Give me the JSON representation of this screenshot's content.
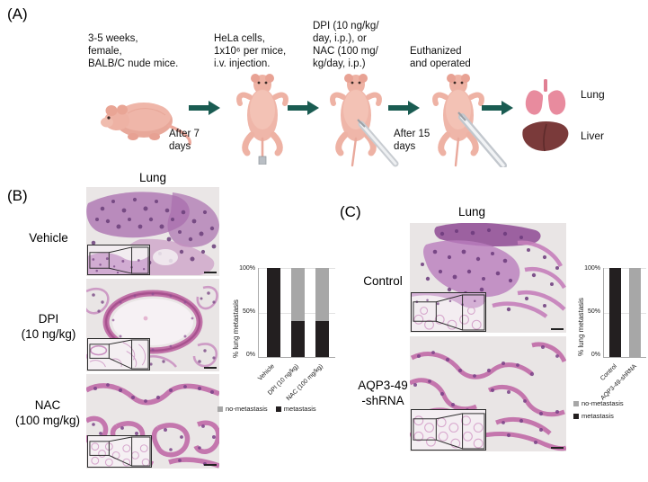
{
  "panels": {
    "a": {
      "letter": "(A)",
      "steps": [
        {
          "id": "animals",
          "caption": "3-5 weeks,\nfemale,\nBALB/C nude mice."
        },
        {
          "id": "cells",
          "caption": "HeLa cells,\n1x10⁶ per mice,\ni.v. injection."
        },
        {
          "id": "drug",
          "caption": "DPI (10 ng/kg/\nday, i.p.), or\nNAC (100 mg/\nkg/day, i.p.)"
        },
        {
          "id": "endpoint",
          "caption": "Euthanized\nand operated"
        }
      ],
      "timepoints": [
        {
          "id": "t1",
          "text": "After 7\ndays"
        },
        {
          "id": "t2",
          "text": "After 15\ndays"
        }
      ],
      "organs": [
        {
          "id": "lung",
          "label": "Lung",
          "color": "#e88b9e"
        },
        {
          "id": "liver",
          "label": "Liver",
          "color": "#7a3a3a"
        }
      ],
      "arrow_color": "#1a5c52"
    },
    "b": {
      "letter": "(B)",
      "column_header": "Lung",
      "rows": [
        {
          "id": "vehicle",
          "label": "Vehicle"
        },
        {
          "id": "dpi",
          "label": "DPI\n(10 ng/kg)"
        },
        {
          "id": "nac",
          "label": "NAC\n(100 mg/kg)"
        }
      ]
    },
    "c": {
      "letter": "(C)",
      "column_header": "Lung",
      "rows": [
        {
          "id": "control",
          "label": "Control"
        },
        {
          "id": "shrna",
          "label": "AQP3-49\n-shRNA"
        }
      ]
    }
  },
  "chart_data": [
    {
      "id": "chart-b",
      "type": "bar",
      "stacked": true,
      "title": "",
      "xlabel": "",
      "ylabel": "% lung metastasis",
      "ylim": [
        0,
        100
      ],
      "yticks": [
        0,
        50,
        100
      ],
      "ytick_labels": [
        "0%",
        "50%",
        "100%"
      ],
      "grid": true,
      "legend_position": "bottom",
      "categories": [
        "Vehicle",
        "DPI (10 ng/kg)",
        "NAC (100 mg/kg)"
      ],
      "series": [
        {
          "name": "metastasis",
          "color": "#231f20",
          "values": [
            100,
            40,
            40
          ]
        },
        {
          "name": "no-metastasis",
          "color": "#a7a7a7",
          "values": [
            0,
            60,
            60
          ]
        }
      ]
    },
    {
      "id": "chart-c",
      "type": "bar",
      "stacked": true,
      "title": "",
      "xlabel": "",
      "ylabel": "% lung metastasis",
      "ylim": [
        0,
        100
      ],
      "yticks": [
        0,
        50,
        100
      ],
      "ytick_labels": [
        "0%",
        "50%",
        "100%"
      ],
      "grid": true,
      "legend_position": "bottom",
      "categories": [
        "Control",
        "AQP3-49-shRNA"
      ],
      "series": [
        {
          "name": "metastasis",
          "color": "#231f20",
          "values": [
            100,
            0
          ]
        },
        {
          "name": "no-metastasis",
          "color": "#a7a7a7",
          "values": [
            0,
            100
          ]
        }
      ]
    }
  ]
}
